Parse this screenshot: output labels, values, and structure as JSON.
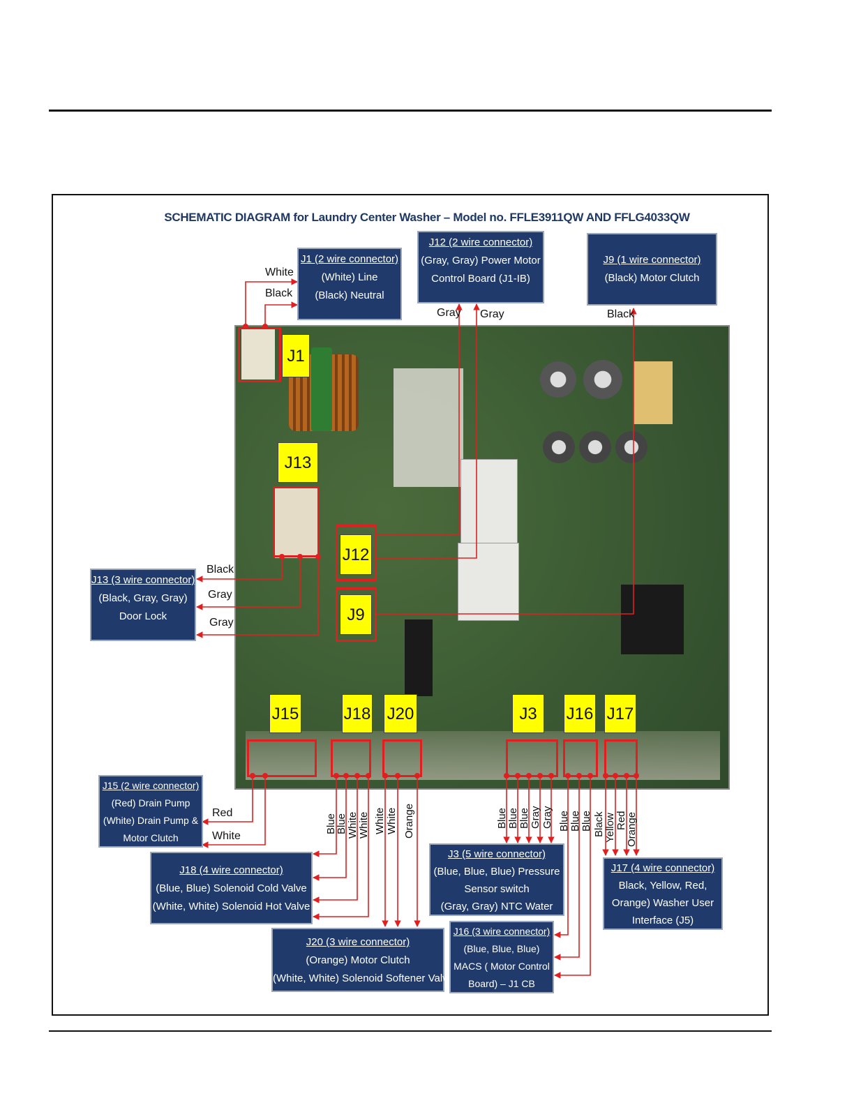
{
  "title": "SCHEMATIC DIAGRAM  for Laundry Center Washer – Model no. FFLE3911QW AND FFLG4033QW",
  "boxes": {
    "j1": [
      "J1 (2 wire connector)",
      "(White) Line",
      "(Black) Neutral"
    ],
    "j12": [
      "J12 (2 wire connector)",
      "(Gray, Gray) Power Motor",
      "Control Board (J1-IB)"
    ],
    "j9": [
      "J9 (1 wire connector)",
      "(Black) Motor Clutch"
    ],
    "j13": [
      "J13 (3 wire connector)",
      "(Black, Gray, Gray)",
      "Door Lock"
    ],
    "j15": [
      "J15 (2 wire connector)",
      "(Red) Drain Pump",
      "(White) Drain Pump &",
      "Motor Clutch"
    ],
    "j18": [
      "J18 (4 wire connector)",
      "(Blue, Blue) Solenoid Cold Valve",
      "(White, White) Solenoid Hot Valve"
    ],
    "j20": [
      "J20 (3 wire connector)",
      "(Orange) Motor Clutch",
      "(White, White) Solenoid Softener Valve"
    ],
    "j3": [
      "J3 (5 wire connector)",
      "(Blue, Blue, Blue) Pressure",
      "Sensor switch",
      "(Gray, Gray) NTC Water"
    ],
    "j16": [
      "J16 (3 wire connector)",
      "(Blue, Blue, Blue)",
      "MACS ( Motor Control",
      "Board) – J1 CB"
    ],
    "j17": [
      "J17 (4 wire connector)",
      "Black, Yellow, Red,",
      "Orange) Washer User",
      "Interface (J5)"
    ]
  },
  "tags": {
    "j1": "J1",
    "j13": "J13",
    "j12": "J12",
    "j9": "J9",
    "j15": "J15",
    "j18": "J18",
    "j20": "J20",
    "j3": "J3",
    "j16": "J16",
    "j17": "J17"
  },
  "wire_labels": {
    "j1_white": "White",
    "j1_black": "Black",
    "j12_gray1": "Gray",
    "j12_gray2": "Gray",
    "j9_black": "Black",
    "j13_black": "Black",
    "j13_gray1": "Gray",
    "j13_gray2": "Gray",
    "j15_red": "Red",
    "j15_white": "White"
  },
  "vertical_labels": {
    "j18": [
      "Blue",
      "Blue",
      "White",
      "White"
    ],
    "j20": [
      "White",
      "White",
      "Orange"
    ],
    "j3": [
      "Blue",
      "Blue",
      "Blue",
      "Gray",
      "Gray"
    ],
    "j16": [
      "Blue",
      "Blue",
      "Blue"
    ],
    "j17": [
      "Black",
      "Yellow",
      "Red",
      "Orange"
    ]
  },
  "colors": {
    "box_fill": "#1f3a6b",
    "tag_fill": "#ffff00",
    "wire": "#e02020",
    "title": "#1f3864"
  }
}
